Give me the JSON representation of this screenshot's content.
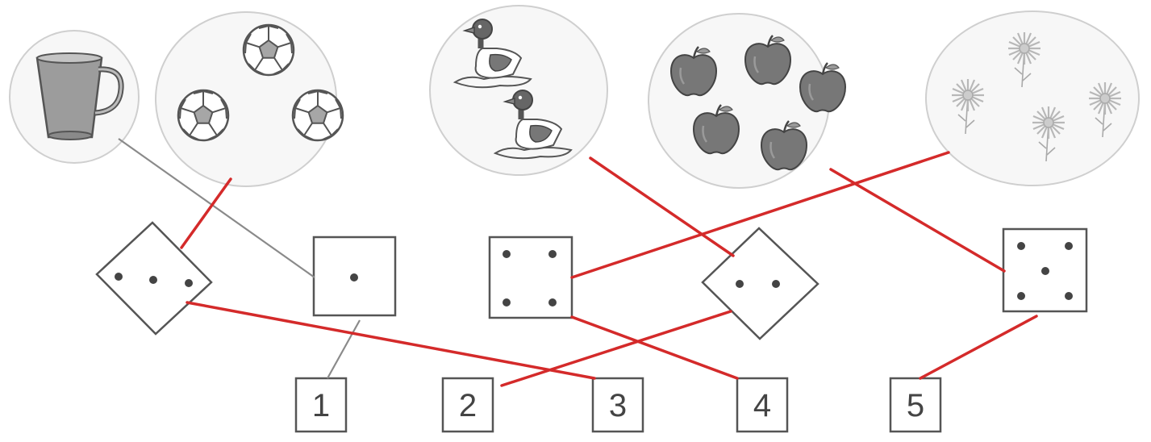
{
  "exercise": {
    "answer_boxes": [
      "1",
      "2",
      "3",
      "4",
      "5"
    ],
    "colors": {
      "answer_line": "#d42a2a",
      "given_line": "#8a8a8a",
      "outline": "#555555",
      "dot": "#444444",
      "oval_fill": "#f7f7f7"
    },
    "picture_groups": [
      {
        "id": "cup",
        "object": "cup-icon",
        "count": 1
      },
      {
        "id": "balls",
        "object": "soccer-ball-icon",
        "count": 3
      },
      {
        "id": "ducks",
        "object": "duck-icon",
        "count": 2
      },
      {
        "id": "apples",
        "object": "apple-icon",
        "count": 5
      },
      {
        "id": "flowers",
        "object": "flower-icon",
        "count": 4
      }
    ],
    "dice": [
      {
        "id": "die-three-diamond",
        "pips": 3
      },
      {
        "id": "die-one",
        "pips": 1
      },
      {
        "id": "die-four",
        "pips": 4
      },
      {
        "id": "die-two-diamond",
        "pips": 2
      },
      {
        "id": "die-five",
        "pips": 5
      }
    ]
  }
}
